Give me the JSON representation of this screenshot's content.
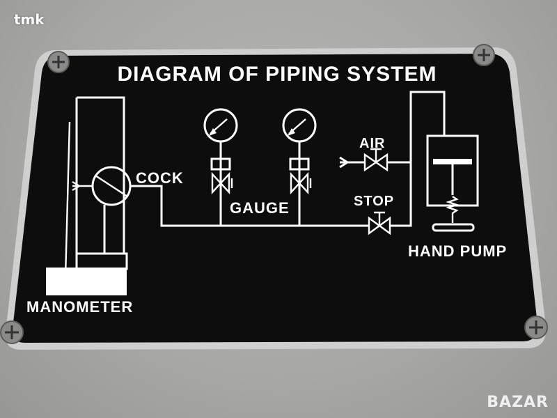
{
  "watermarks": {
    "top_left": "tmk",
    "bottom_right": "BAZAR"
  },
  "plate": {
    "title": "DIAGRAM OF PIPING SYSTEM",
    "labels": {
      "cock": "COCK",
      "gauge": "GAUGE",
      "air": "AIR",
      "stop": "STOP",
      "hand_pump": "HAND PUMP",
      "manometer": "MANOMETER"
    }
  },
  "colors": {
    "plate": "#0d0d0d",
    "plate_border": "#cfcfcf",
    "ink": "#ffffff",
    "background": "#a9a9a7"
  },
  "icons": [
    "screw-icon",
    "pressure-gauge-icon",
    "valve-icon",
    "check-valve-icon",
    "pump-icon"
  ]
}
